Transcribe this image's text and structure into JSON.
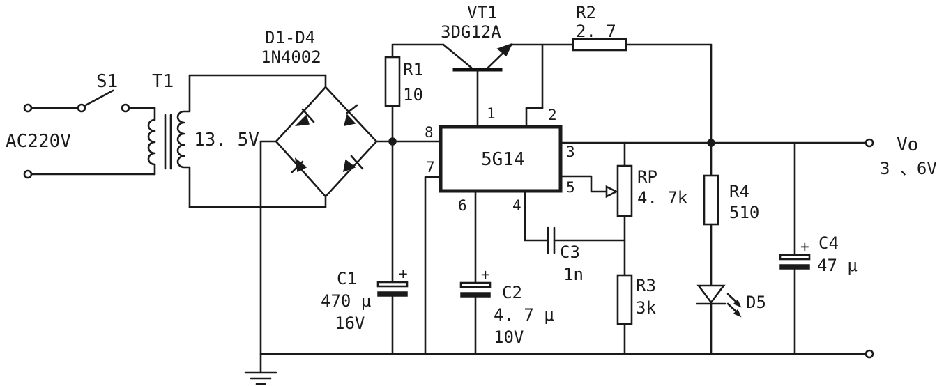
{
  "input": {
    "label": "AC220V"
  },
  "switch": {
    "ref": "S1"
  },
  "transformer": {
    "ref": "T1",
    "secondary": "13. 5V"
  },
  "bridge": {
    "ref": "D1-D4",
    "value": "1N4002"
  },
  "transistor": {
    "ref": "VT1",
    "value": "3DG12A"
  },
  "r1": {
    "ref": "R1",
    "value": "10"
  },
  "r2": {
    "ref": "R2",
    "value": "2. 7"
  },
  "ic": {
    "ref": "5G14",
    "pins": {
      "p1": "1",
      "p2": "2",
      "p3": "3",
      "p4": "4",
      "p5": "5",
      "p6": "6",
      "p7": "7",
      "p8": "8"
    }
  },
  "rp": {
    "ref": "RP",
    "value": "4. 7k"
  },
  "r3": {
    "ref": "R3",
    "value": "3k"
  },
  "r4": {
    "ref": "R4",
    "value": "510"
  },
  "c1": {
    "ref": "C1",
    "value": "470 μ",
    "voltage": "16V"
  },
  "c2": {
    "ref": "C2",
    "value": "4. 7 μ",
    "voltage": "10V"
  },
  "c3": {
    "ref": "C3",
    "value": "1n"
  },
  "c4": {
    "ref": "C4",
    "value": "47 μ"
  },
  "d5": {
    "ref": "D5"
  },
  "output": {
    "label": "Vo",
    "range": "3 、6V"
  },
  "plus_sign": "+"
}
